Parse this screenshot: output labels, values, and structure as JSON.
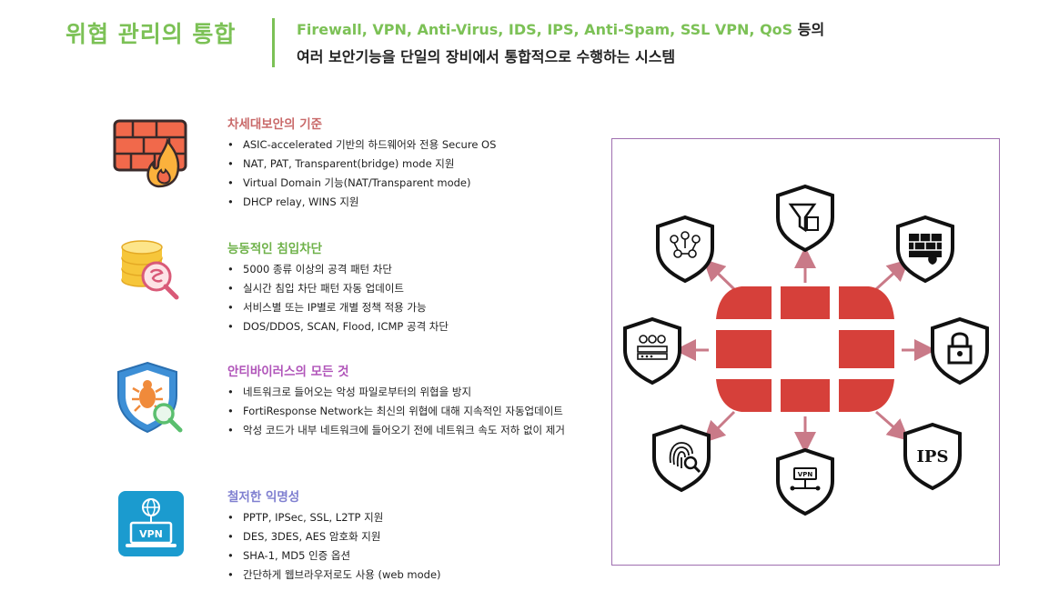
{
  "header": {
    "title": "위협 관리의 통합",
    "desc_products": "Firewall, VPN, Anti-Virus, IDS, IPS, Anti-Spam, SSL VPN, QoS",
    "desc_suffix": " 등의",
    "desc_line2": "여러 보안기능을 단일의 장비에서 통합적으로 수행하는 시스템"
  },
  "colors": {
    "accent_green": "#7cc156",
    "feature1_title": "#c96a6a",
    "feature2_title": "#6fb24a",
    "feature3_title": "#b054b9",
    "feature4_title": "#7f7fd0",
    "fortinet_red": "#d6403a",
    "panel_border": "#9f6fb0"
  },
  "features": [
    {
      "icon": "firewall-icon",
      "title": "차세대보안의 기준",
      "items": [
        "ASIC-accelerated 기반의 하드웨어와 전용 Secure OS",
        "NAT, PAT, Transparent(bridge) mode 지원",
        "Virtual Domain 기능(NAT/Transparent mode)",
        "DHCP relay, WINS 지원"
      ]
    },
    {
      "icon": "coin-inspect-icon",
      "title": "능동적인 침입차단",
      "items": [
        "5000 종류 이상의 공격 패턴 차단",
        "실시간 침입 차단 패턴 자동 업데이트",
        "서비스별 또는 IP별로 개별 정책 적용 가능",
        "DOS/DDOS, SCAN, Flood, ICMP 공격 차단"
      ]
    },
    {
      "icon": "antivirus-shield-icon",
      "title": "안티바이러스의 모든 것",
      "items": [
        "네트워크로 들어오는 악성 파일로부터의 위협을 방지",
        "FortiResponse Network는 최신의 위협에 대해 지속적인 자동업데이트",
        "악성 코드가 내부 네트워크에 들어오기 전에 네트워크 속도 저하 없이 제거"
      ]
    },
    {
      "icon": "vpn-laptop-icon",
      "title": "철저한 익명성",
      "items": [
        "PPTP, IPSec, SSL, L2TP 지원",
        "DES, 3DES, AES 암호화 지원",
        "SHA-1, MD5 인증 옵션",
        "간단하게 웹브라우저로도 사용 (web mode)"
      ]
    }
  ],
  "diagram": {
    "center_icon": "fortinet-logo-icon",
    "shields": [
      {
        "icon": "filter-shield-icon",
        "label": ""
      },
      {
        "icon": "firewall-shield-icon",
        "label": ""
      },
      {
        "icon": "lock-shield-icon",
        "label": ""
      },
      {
        "icon": "ips-shield-icon",
        "label": "IPS"
      },
      {
        "icon": "vpn-shield-icon",
        "label": "VPN"
      },
      {
        "icon": "fingerprint-shield-icon",
        "label": ""
      },
      {
        "icon": "bug-shield-icon",
        "label": ""
      },
      {
        "icon": "network-shield-icon",
        "label": ""
      }
    ]
  }
}
